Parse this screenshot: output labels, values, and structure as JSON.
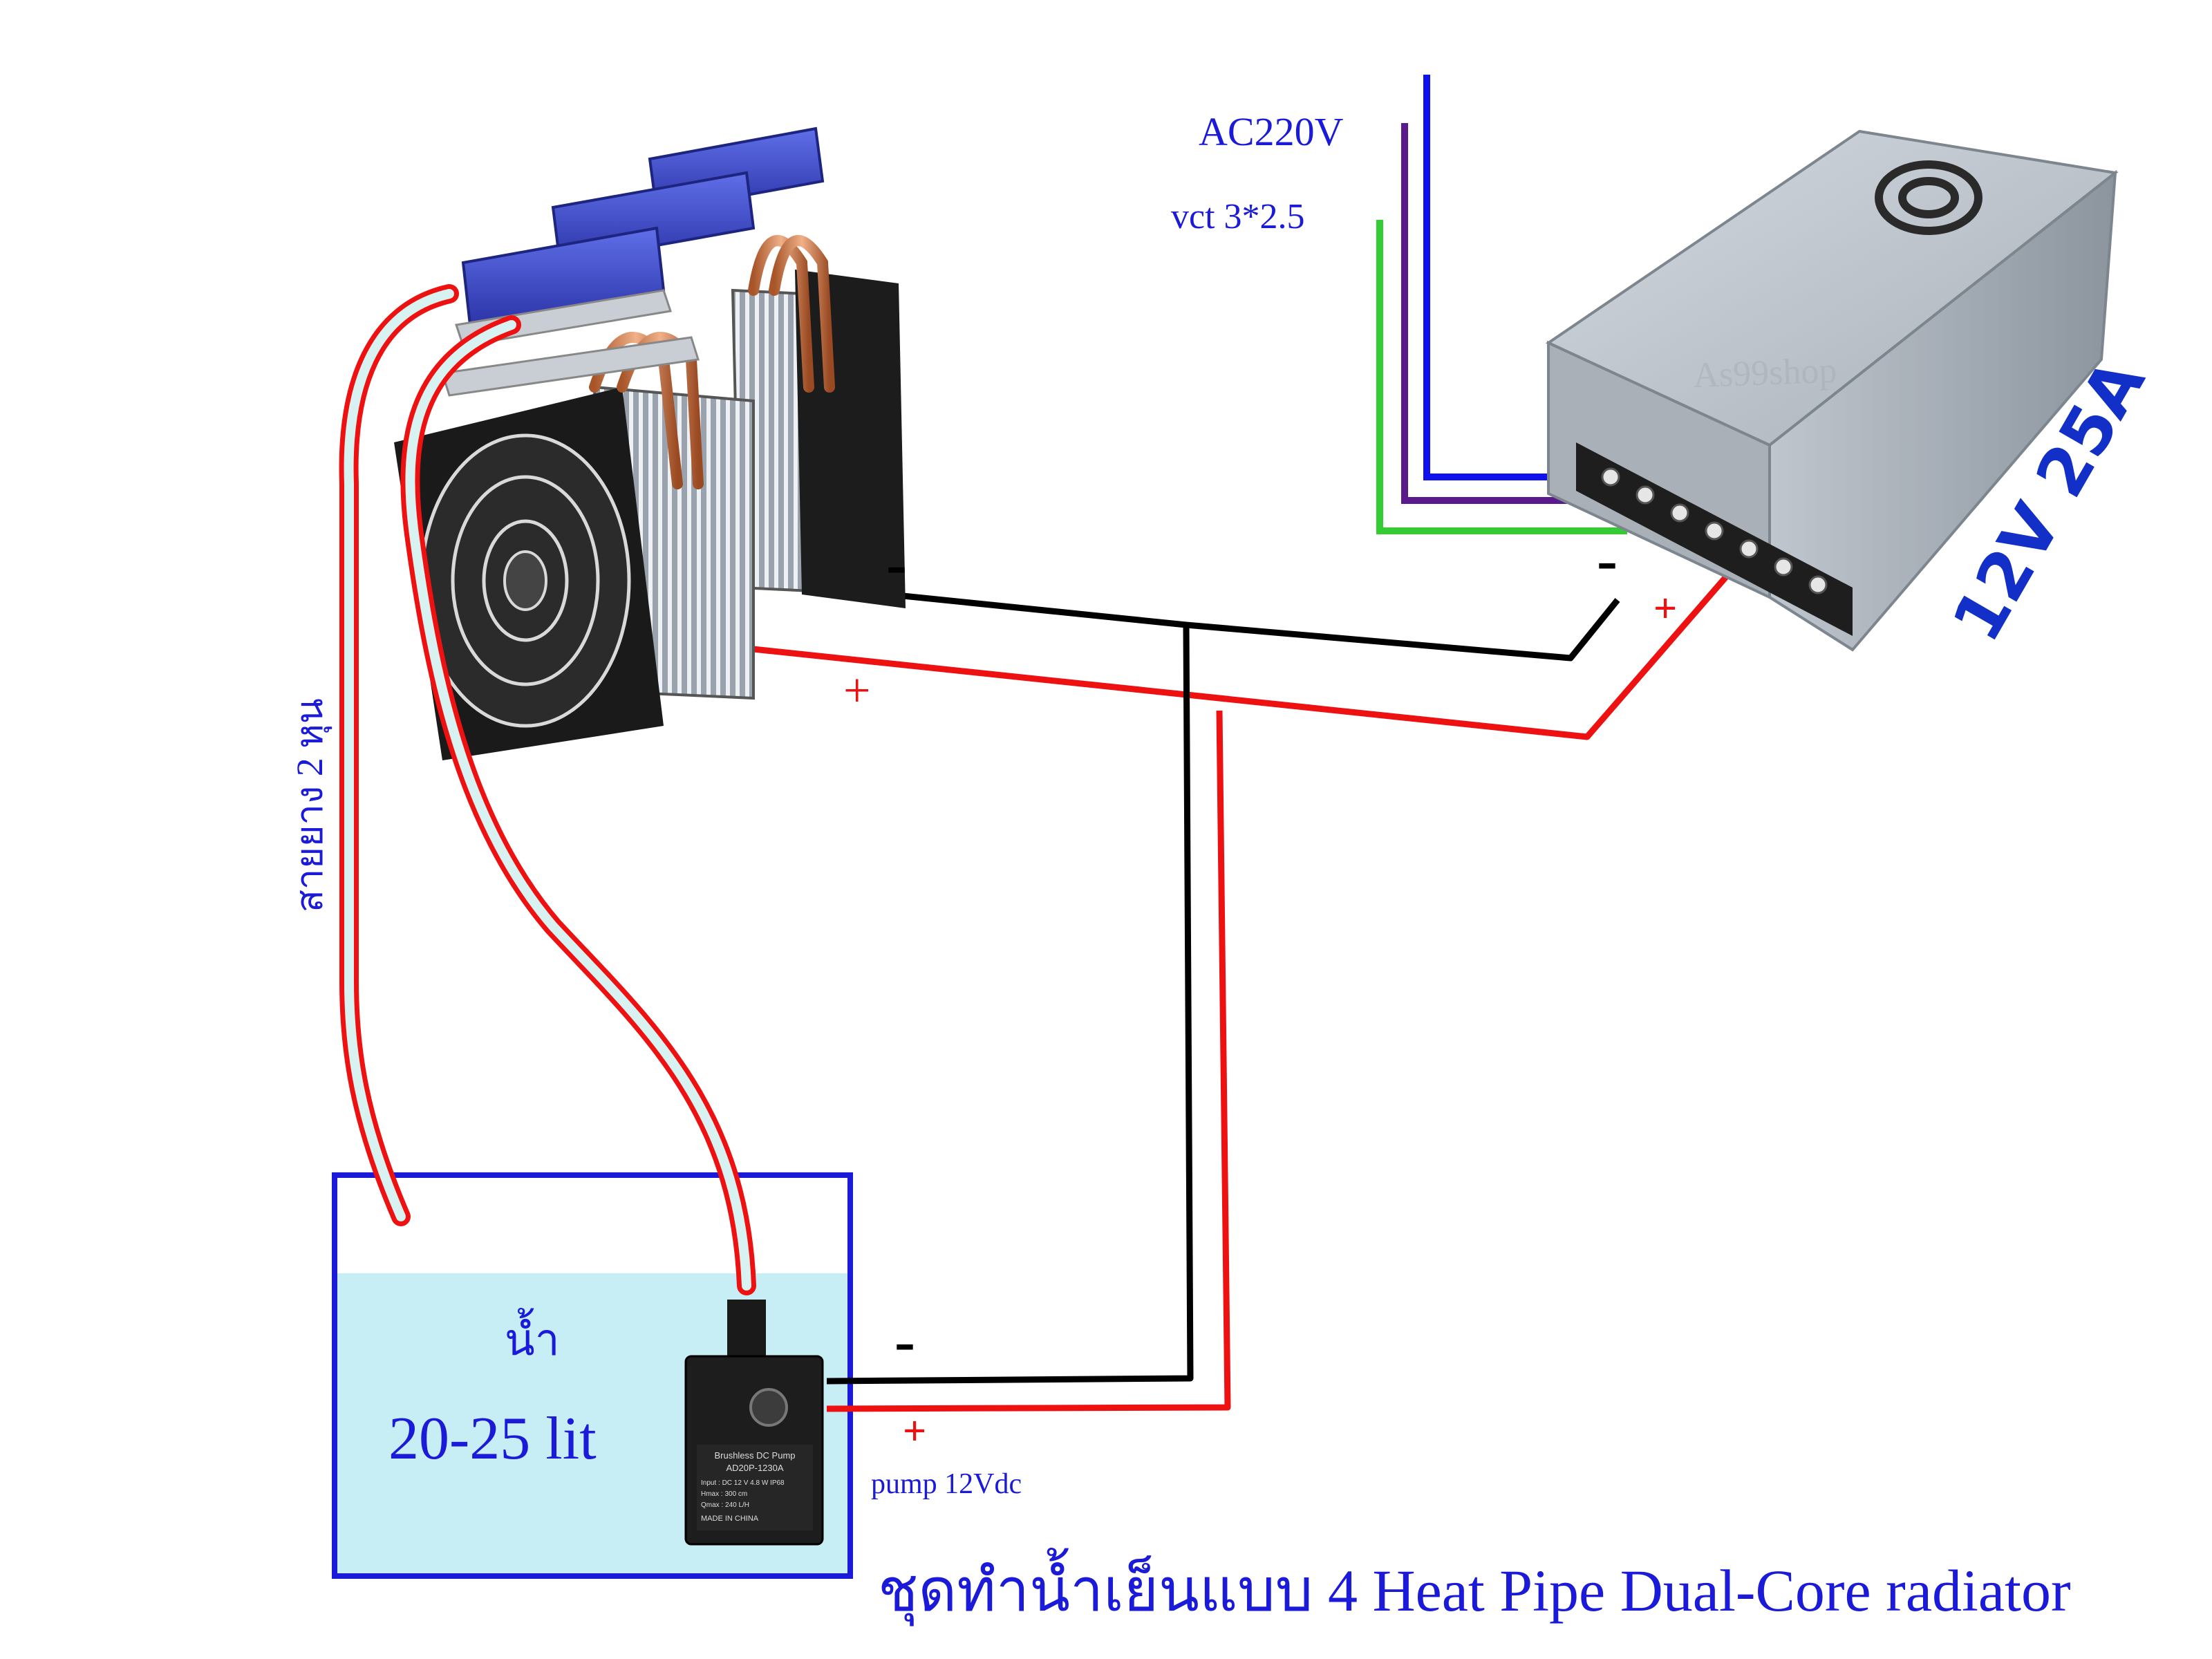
{
  "labels": {
    "ac_voltage": "AC220V",
    "cable_spec": "vct 3*2.5",
    "psu_rating": "12V 25A",
    "watermark": "As99shop",
    "hose": "สายยาง 2 หุน",
    "water": "น้ำ",
    "volume": "20-25 lit",
    "pump_voltage": "pump 12Vdc",
    "title": "ชุดทำน้ำเย็นแบบ  4 Heat Pipe Dual-Core radiator"
  },
  "signs": {
    "cooler_minus": "-",
    "cooler_plus": "+",
    "psu_minus": "-",
    "psu_plus": "+",
    "pump_minus": "-",
    "pump_plus": "+"
  },
  "pump": {
    "line1": "Brushless DC Pump",
    "line2": "AD20P-1230A",
    "line3": "Input : DC 12 V  4.8 W  IP68",
    "line4": "Hmax : 300 cm",
    "line5": "Qmax : 240 L/H",
    "line6": "MADE IN CHINA"
  },
  "colors": {
    "label_blue": "#1a1ad8",
    "wire_red": "#ee1111",
    "wire_black": "#000000",
    "wire_blue": "#1111ee",
    "wire_purple": "#5a1a8c",
    "wire_green": "#33cc33",
    "water": "#c8eef5",
    "tank_border": "#1a1ad8",
    "hose_outline": "#ee1111",
    "hose_fill": "#d8f2f2"
  }
}
